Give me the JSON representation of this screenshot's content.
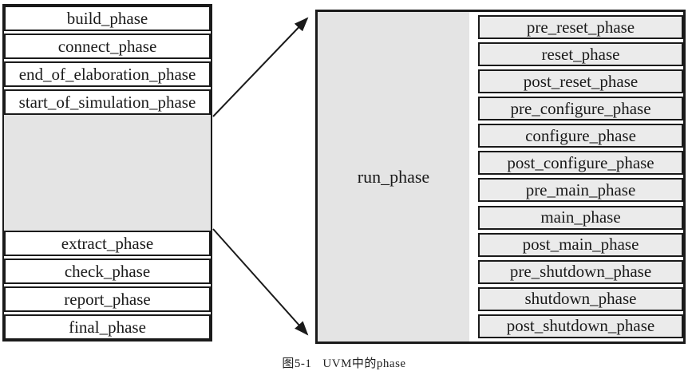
{
  "diagram": {
    "left_table": {
      "top_phases": [
        "build_phase",
        "connect_phase",
        "end_of_elaboration_phase",
        "start_of_simulation_phase"
      ],
      "bottom_phases": [
        "extract_phase",
        "check_phase",
        "report_phase",
        "final_phase"
      ]
    },
    "right_table": {
      "run_phase_label": "run_phase",
      "sub_phases": [
        "pre_reset_phase",
        "reset_phase",
        "post_reset_phase",
        "pre_configure_phase",
        "configure_phase",
        "post_configure_phase",
        "pre_main_phase",
        "main_phase",
        "post_main_phase",
        "pre_shutdown_phase",
        "shutdown_phase",
        "post_shutdown_phase"
      ]
    },
    "caption": {
      "figure_number": "图5-1",
      "title": "UVM中的phase"
    },
    "colors": {
      "ink": "#1a1a1a",
      "panel_gray": "#e4e4e4",
      "row_gray": "#ebebeb"
    }
  }
}
